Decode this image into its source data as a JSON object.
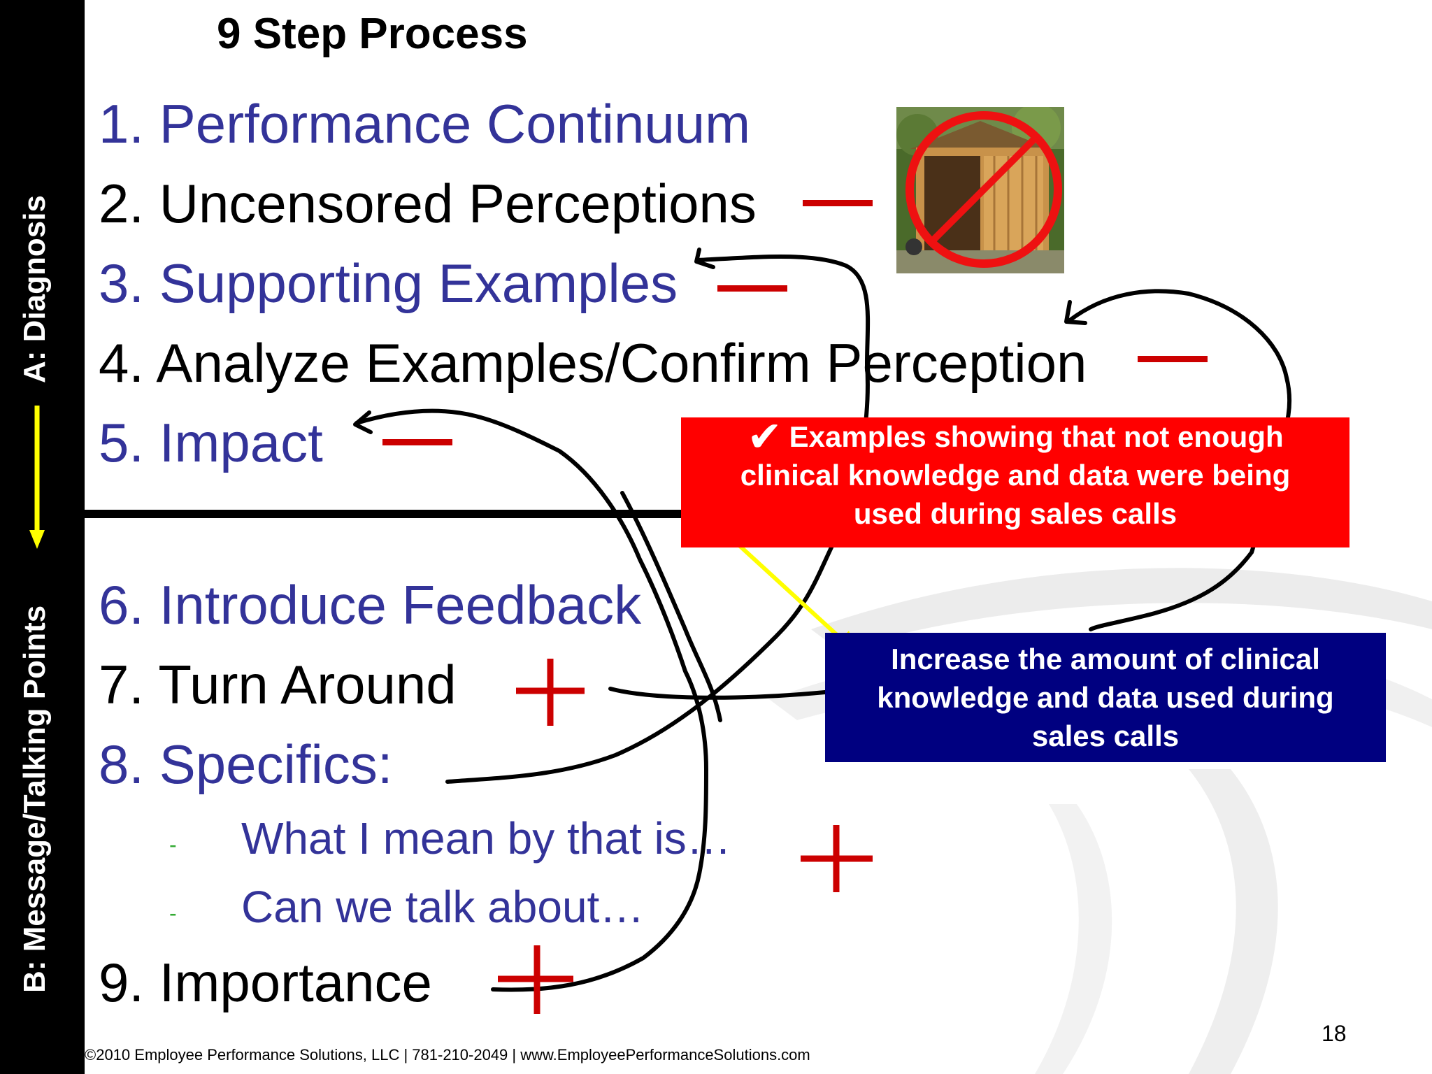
{
  "sidebar": {
    "top_label": "A:  Diagnosis",
    "bottom_label": "B:  Message/Talking Points",
    "arrow_color": "#ffff00"
  },
  "title": "9 Step Process",
  "steps": [
    {
      "label": "1. Performance Continuum",
      "color": "blue",
      "mark": ""
    },
    {
      "label": "2. Uncensored Perceptions",
      "color": "black",
      "mark": "minus"
    },
    {
      "label": "3.  Supporting Examples",
      "color": "blue",
      "mark": "minus"
    },
    {
      "label": "4.  Analyze Examples/Confirm Perception",
      "color": "black",
      "mark": "minus"
    },
    {
      "label": "5.  Impact",
      "color": "blue",
      "mark": "minus"
    },
    {
      "label": "6.  Introduce Feedback",
      "color": "blue",
      "mark": ""
    },
    {
      "label": "7.  Turn Around",
      "color": "black",
      "mark": "plus"
    },
    {
      "label": "8.  Specifics:",
      "color": "blue",
      "mark": ""
    },
    {
      "label": "9.  Importance",
      "color": "black",
      "mark": "plus"
    }
  ],
  "sub_points": [
    {
      "bullet": "-",
      "label": "What I mean by that is…",
      "mark": "plus"
    },
    {
      "bullet": "-",
      "label": "Can we talk about…",
      "mark": ""
    }
  ],
  "image": {
    "icon": "shed-prohibited-icon"
  },
  "callout_red": {
    "check": "✔",
    "text_line1": "Examples showing that not enough",
    "text_line2": "clinical knowledge and data were being",
    "text_line3": "used during sales calls"
  },
  "callout_blue": {
    "text_line1": "Increase the amount of clinical",
    "text_line2": "knowledge and data used during",
    "text_line3": "sales calls"
  },
  "page_number": "18",
  "footer": "©2010 Employee Performance Solutions, LLC  |  781-210-2049 |  www.EmployeePerformanceSolutions.com",
  "colors": {
    "red_mark": "#cc0000",
    "blue_text": "#333399",
    "red_box": "#ff0000",
    "navy_box": "#000080",
    "yellow_arrow": "#ffff00"
  }
}
